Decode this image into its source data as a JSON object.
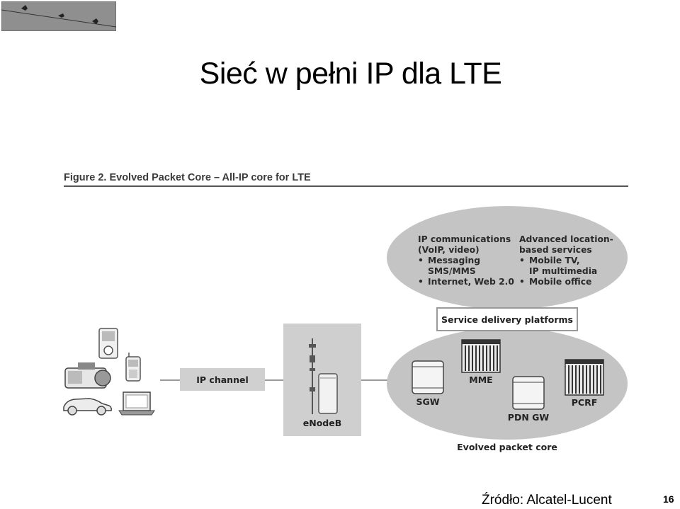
{
  "slide": {
    "title": "Sieć w pełni IP dla LTE",
    "source": "Źródło: Alcatel-Lucent",
    "page_number": "16"
  },
  "figure": {
    "caption": "Figure 2. Evolved Packet Core – All-IP core for LTE",
    "services": {
      "left_heading": "IP communications",
      "left_heading2": "(VoIP, video)",
      "left_items": [
        "Messaging",
        "SMS/MMS",
        "Internet, Web 2.0"
      ],
      "right_heading": "Advanced location-",
      "right_heading2": "based services",
      "right_items": [
        "Mobile TV,",
        "IP multimedia",
        "Mobile office"
      ]
    },
    "service_delivery_label": "Service delivery platforms",
    "ip_channel_label": "IP channel",
    "enodeb_label": "eNodeB",
    "nodes": {
      "sgw": "SGW",
      "mme": "MME",
      "pdn_gw": "PDN GW",
      "pcrf": "PCRF"
    },
    "core_label": "Evolved packet core"
  },
  "colors": {
    "ellipse": "#c4c4c4",
    "box": "#d2d2d2",
    "line": "#999999"
  }
}
